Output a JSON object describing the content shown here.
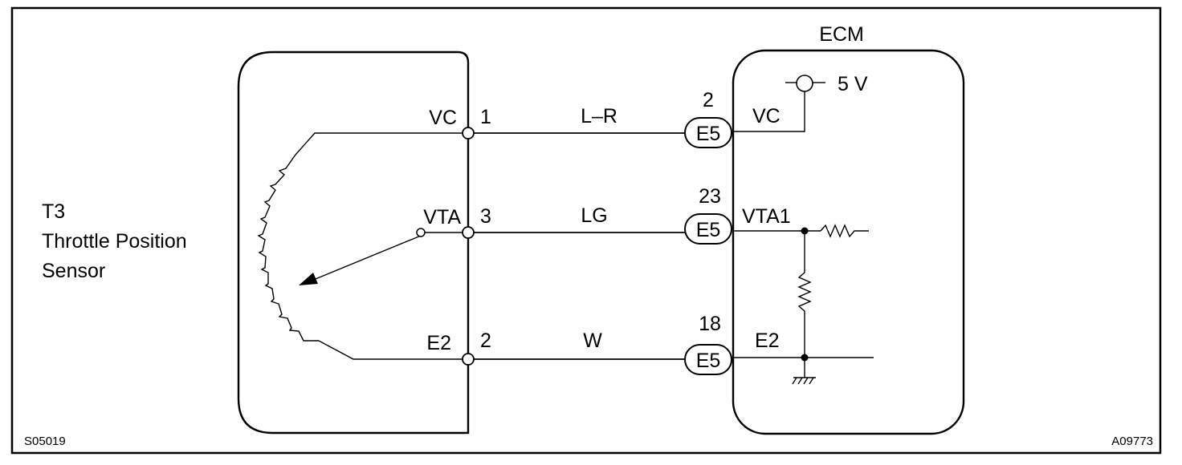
{
  "diagram": {
    "sensor": {
      "code": "T3",
      "name_line1": "Throttle Position",
      "name_line2": "Sensor",
      "terminals": [
        {
          "name": "VC",
          "pin": "1"
        },
        {
          "name": "VTA",
          "pin": "3"
        },
        {
          "name": "E2",
          "pin": "2"
        }
      ]
    },
    "ecm": {
      "title": "ECM",
      "supply": "5 V",
      "connectors": [
        {
          "pin": "2",
          "connector": "E5",
          "terminal": "VC"
        },
        {
          "pin": "23",
          "connector": "E5",
          "terminal": "VTA1"
        },
        {
          "pin": "18",
          "connector": "E5",
          "terminal": "E2"
        }
      ]
    },
    "wires": [
      {
        "color": "L–R"
      },
      {
        "color": "LG"
      },
      {
        "color": "W"
      }
    ],
    "codes": {
      "left": "S05019",
      "right": "A09773"
    }
  }
}
